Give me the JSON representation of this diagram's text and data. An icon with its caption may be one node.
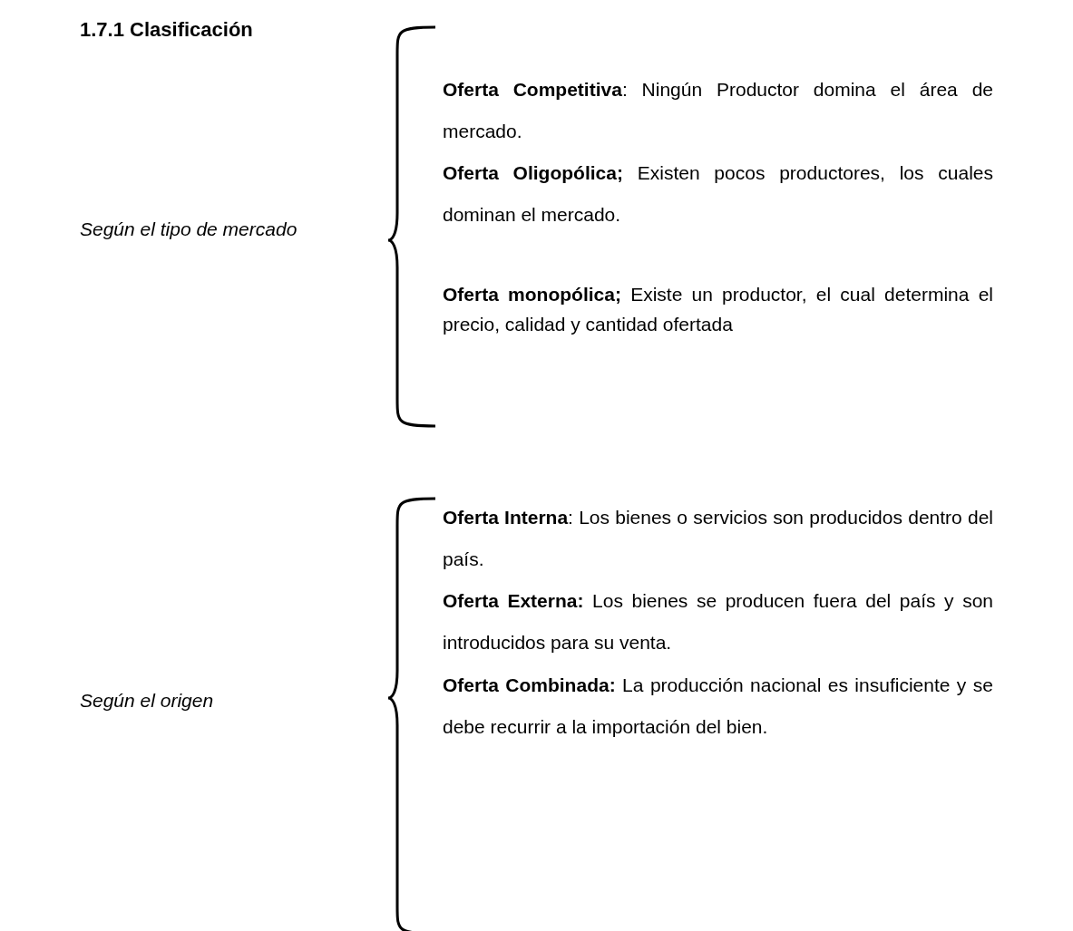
{
  "diagram": {
    "title": "1.7.1 Clasificación",
    "labels": [
      "Según el tipo de mercado",
      "**Oferta Competitiva**: Ningún Productor domina el área de mercado.",
      "**Oferta Oligopólica;** Existen pocos productores, los cuales dominan el mercado.",
      "**Oferta monopólica;** Existe un productor, el cual determina el precio, calidad y cantidad ofertada",
      "Según el origen",
      "**Oferta Interna**: Los bienes o servicios son producidos dentro del país.",
      "**Oferta Externa:** Los bienes se producen fuera del país y son introducidos para su venta.",
      "**Oferta Combinada:** La producción nacional es insuficiente y se debe recurrir a la importación del bien."
    ]
  }
}
